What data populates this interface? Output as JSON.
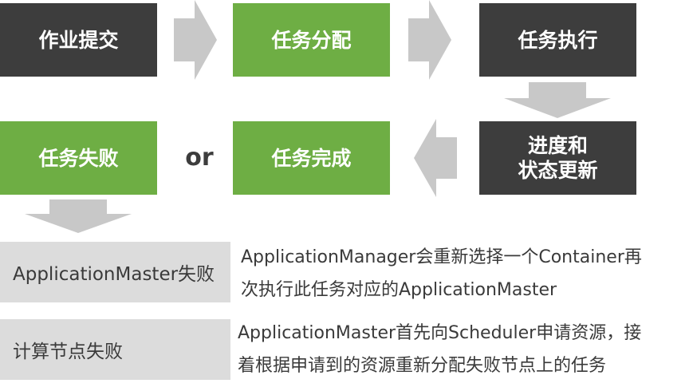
{
  "flow": {
    "submit": "作业提交",
    "assign": "任务分配",
    "execute": "任务执行",
    "progress_line1": "进度和",
    "progress_line2": "状态更新",
    "complete": "任务完成",
    "failed": "任务失败",
    "or": "or"
  },
  "table": {
    "rows": [
      {
        "label": "ApplicationMaster失败",
        "desc_line1": "ApplicationManager会重新选择一个Container再",
        "desc_line2": "次执行此任务对应的ApplicationMaster"
      },
      {
        "label": "计算节点失败",
        "desc_line1": "ApplicationMaster首先向Scheduler申请资源，接",
        "desc_line2": "着根据申请到的资源重新分配失败节点上的任务"
      }
    ]
  },
  "colors": {
    "dark_box": "#3d3d3d",
    "green_box": "#6eae44",
    "arrow": "#c8c8c8",
    "label_bg": "#dcdcdc"
  }
}
